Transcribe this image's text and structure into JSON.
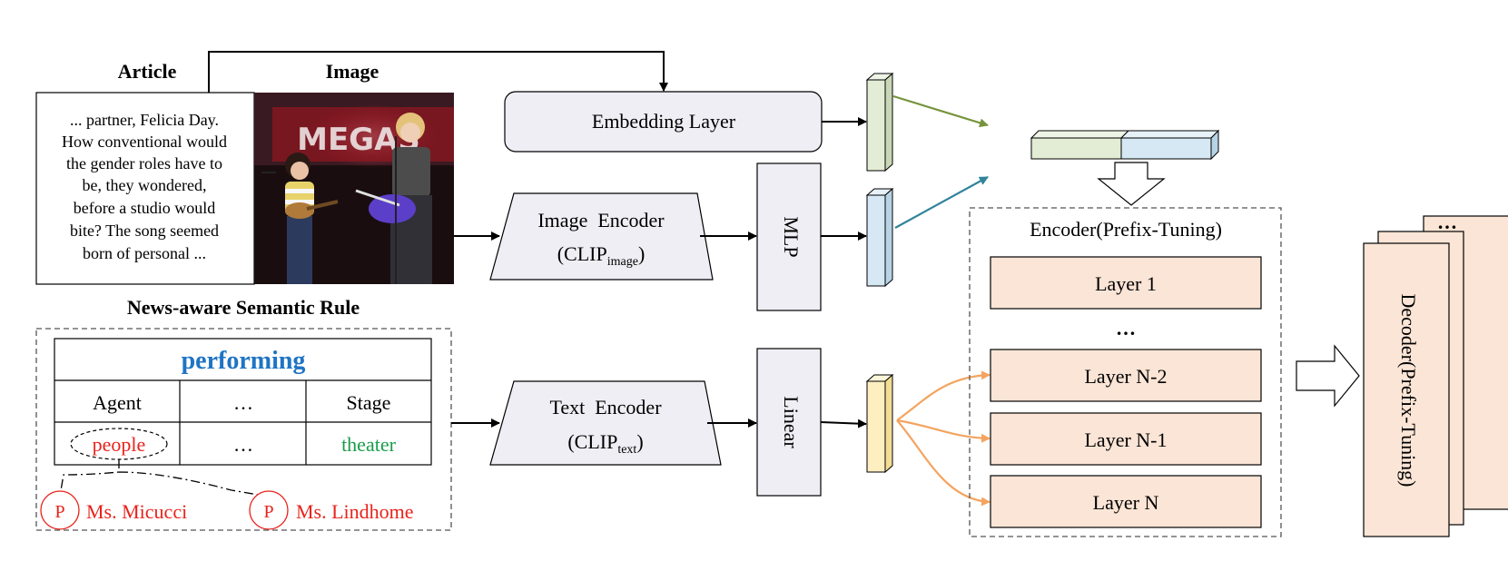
{
  "article": {
    "heading": "Article",
    "lines": [
      "... partner, Felicia Day.",
      "How conventional would",
      "the gender roles have to",
      "be, they wondered,",
      "before a studio would",
      "bite? The song seemed",
      "born of personal ..."
    ]
  },
  "image": {
    "heading": "Image",
    "stage_sign": "MEGAS"
  },
  "embedding_layer": {
    "label": "Embedding Layer"
  },
  "image_encoder": {
    "label": "Image  Encoder",
    "sub_main": "(CLIP",
    "sub_script": "image",
    "sub_close": ")"
  },
  "text_encoder": {
    "label": "Text  Encoder",
    "sub_main": "(CLIP",
    "sub_script": "text",
    "sub_close": ")"
  },
  "mlp": {
    "label": "MLP"
  },
  "linear": {
    "label": "Linear"
  },
  "semantic_rule": {
    "title": "News-aware Semantic Rule",
    "frame": "performing",
    "roles": [
      "Agent",
      "…",
      "Stage"
    ],
    "values": [
      "people",
      "…",
      "theater"
    ],
    "persons": [
      {
        "marker": "P",
        "name": "Ms. Micucci"
      },
      {
        "marker": "P",
        "name": "Ms. Lindhome"
      }
    ]
  },
  "encoder": {
    "title": "Encoder(Prefix-Tuning)",
    "layers": [
      "Layer 1",
      "…",
      "Layer N-2",
      "Layer N-1",
      "Layer N"
    ]
  },
  "decoder": {
    "title": "Decoder(Prefix-Tuning)",
    "stack_ellipsis": "…"
  },
  "colors": {
    "embedding_token": "#e3ecd5",
    "image_token": "#d5e8f3",
    "text_token": "#fdefc0",
    "layer_fill": "#fbe5d6",
    "box_fill": "#efeef4",
    "green_arrow": "#76933c",
    "blue_arrow": "#31849b",
    "orange_arrow": "#f4a460",
    "frame_blue": "#1f74c4",
    "entity_red": "#e8231b",
    "theater_green": "#1a9c4a"
  }
}
